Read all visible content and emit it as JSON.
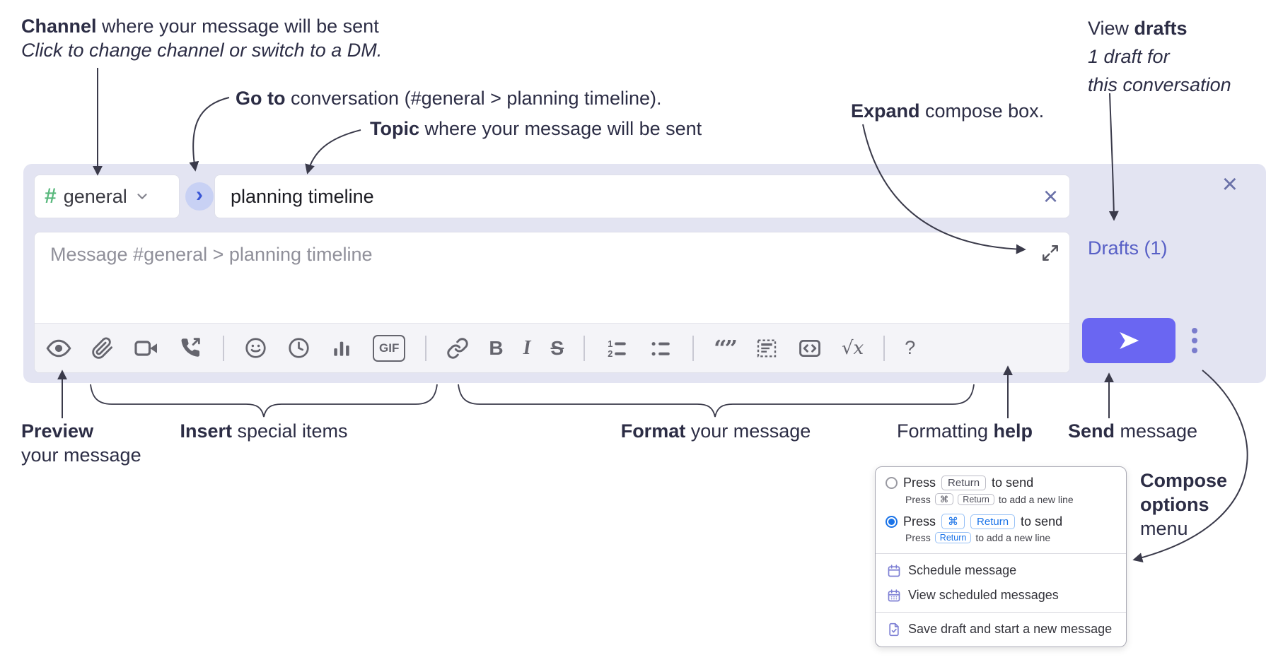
{
  "annotations": {
    "channel": {
      "bold": "Channel",
      "rest": " where your message will be sent",
      "line2": "Click to change channel or switch to a DM."
    },
    "goto": {
      "bold": "Go to",
      "rest": " conversation (#general > planning timeline)."
    },
    "topic": {
      "bold": "Topic",
      "rest": " where your message will be sent"
    },
    "expand": {
      "bold": "Expand",
      "rest": " compose box."
    },
    "drafts": {
      "line1_pre": "View ",
      "line1_bold": "drafts",
      "line2": "1 draft for",
      "line3": "this conversation"
    },
    "preview": {
      "bold": "Preview",
      "line2": "your message"
    },
    "insert": {
      "bold": "Insert",
      "rest": " special items"
    },
    "format": {
      "bold": "Format",
      "rest": " your message"
    },
    "formatting_help": {
      "pre": "Formatting ",
      "bold": "help"
    },
    "send": {
      "bold": "Send",
      "rest": " message"
    },
    "compose_options": {
      "line1": "Compose",
      "line2": "options",
      "line3": "menu"
    }
  },
  "compose": {
    "channel": {
      "hash": "#",
      "name": "general"
    },
    "topic": {
      "value": "planning timeline"
    },
    "message": {
      "placeholder": "Message #general > planning timeline"
    },
    "drafts_label": "Drafts (1)",
    "glyphs": {
      "close": "×",
      "clear": "×",
      "chevron": "›"
    }
  },
  "toolbar": {
    "gif": "GIF",
    "bold": "B",
    "italic": "I",
    "strike": "S",
    "quote": "“”",
    "math": "√x",
    "help": "?",
    "icons": [
      "preview-eye",
      "attach-paperclip",
      "video-call-camera",
      "audio-call-phone",
      "emoji-smiley",
      "time-clock",
      "poll-bar-chart",
      "gif-badge",
      "link",
      "bold",
      "italic",
      "strikethrough",
      "numbered-list",
      "bulleted-list",
      "quote",
      "spoiler",
      "code",
      "math",
      "help"
    ]
  },
  "menu": {
    "option1": {
      "press": "Press",
      "key1": "Return",
      "suffix": "to send",
      "sub_press": "Press",
      "sub_key1": "⌘",
      "sub_key2": "Return",
      "sub_suffix": "to add a new line"
    },
    "option2": {
      "press": "Press",
      "key1": "⌘",
      "key2": "Return",
      "suffix": "to send",
      "sub_press": "Press",
      "sub_key1": "Return",
      "sub_suffix": "to add a new line"
    },
    "items": [
      "Schedule message",
      "View scheduled messages",
      "Save draft and start a new message"
    ]
  },
  "colors": {
    "container": "#e3e4f2",
    "send_button": "#6a66f2",
    "accent_link": "#575fc6",
    "hash_green": "#58b87c",
    "radio_selected": "#1a73e8",
    "menu_icon_purple": "#7d7fd4"
  }
}
